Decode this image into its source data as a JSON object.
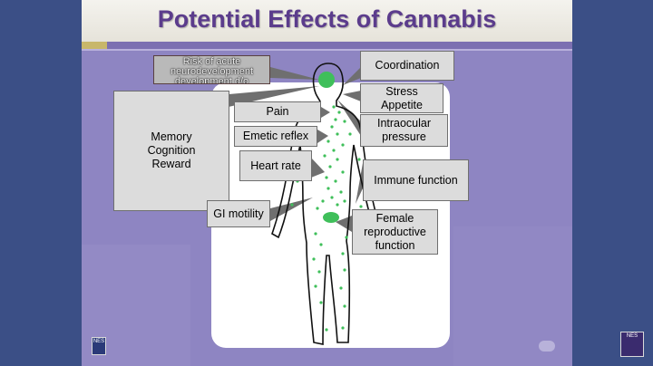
{
  "slide": {
    "title": "Potential Effects of Cannabis",
    "risk_label": "Risk of acute neurodevelopment development d/o",
    "effects": {
      "coordination": "Coordination",
      "stress_appetite": [
        "Stress",
        "Appetite"
      ],
      "intraocular_pressure": [
        "Intraocular",
        "pressure"
      ],
      "immune_function": "Immune function",
      "female_reproductive": [
        "Female",
        "reproductive",
        "function"
      ],
      "memory": [
        "Memory",
        "Cognition",
        "Reward"
      ],
      "pain": "Pain",
      "emetic_reflex": "Emetic reflex",
      "heart_rate": "Heart rate",
      "gi_motility": "GI motility"
    },
    "logo_left_text": "NES",
    "logo_right_text": "NES"
  },
  "colors": {
    "background": "#3b4f86",
    "slide": "#8e85c2",
    "title": "#5b3c8c",
    "dot": "#3fbf5a",
    "box": "#dcdcdc"
  }
}
